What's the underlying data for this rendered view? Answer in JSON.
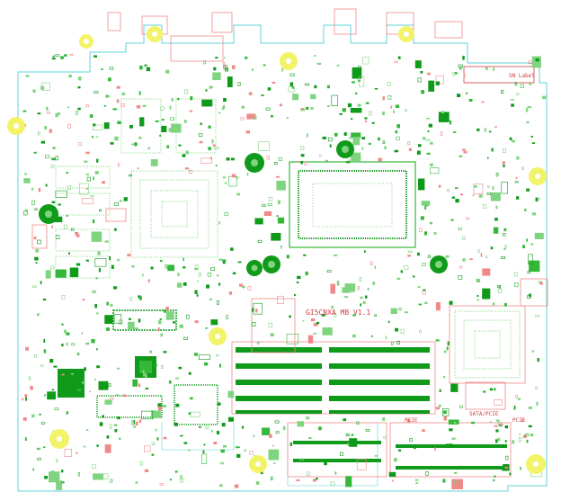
{
  "labels": {
    "sn_label": "SN Label",
    "board_name": "GI5CNXA MB V1.1",
    "pcie_left": "PCIE",
    "sata_pcie": "SATA/PCIE",
    "pcie_right": "PCIE"
  },
  "colors": {
    "background": "#ffffff",
    "outline": "#5fd3d8",
    "silkscreen": "#f08a8a",
    "copper": "#0f9a1a",
    "copper_light": "#35b83a",
    "pad": "#7fd47f",
    "hole_ring": "#f3f36a",
    "hole_center": "#ffffff",
    "label_text": "#d04040"
  }
}
